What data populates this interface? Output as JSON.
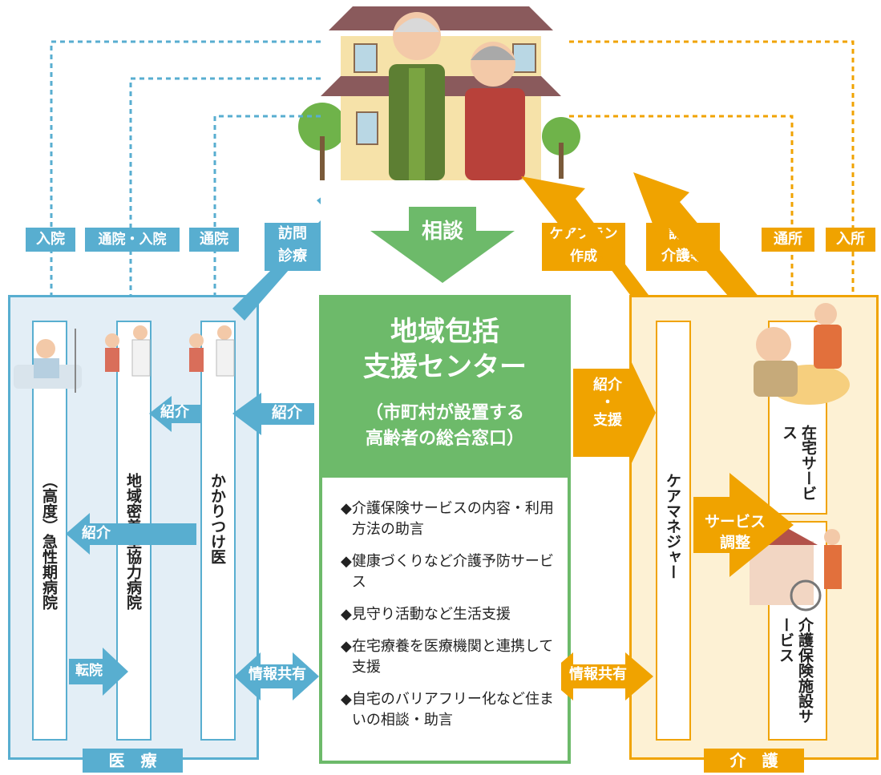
{
  "top_labels": {
    "nyuin": "入院",
    "tsuin_nyuin": "通院・入院",
    "tsuin": "通院",
    "homon_shinryo": "訪問\n診療",
    "soudan": "相談",
    "careplan": "ケアプラン\n作成",
    "homon_kaigo": "訪問\n介護等",
    "tsusho": "通所",
    "nyusho": "入所"
  },
  "medical": {
    "section_label": "医　療",
    "col1_title": "（高度）急性期病院",
    "col2_title": "地域密着型協力病院",
    "col3_title": "かかりつけ医",
    "shoukai_a": "紹介",
    "shoukai_b": "紹介",
    "shoukai_c": "紹介",
    "tenin": "転院"
  },
  "center": {
    "title_line1": "地域包括",
    "title_line2": "支援センター",
    "subtitle_line1": "（市町村が設置する",
    "subtitle_line2": "高齢者の総合窓口）",
    "items": [
      "介護保険サービスの内容・利用方法の助言",
      "健康づくりなど介護予防サービス",
      "見守り活動など生活支援",
      "在宅療養を医療機関と連携して支援",
      "自宅のバリアフリー化など住まいの相談・助言"
    ],
    "bullet_mark": "◆"
  },
  "links": {
    "info_share_left": "情報共有",
    "info_share_right": "情報共有",
    "shoukai_shien": "紹介\n・\n支援"
  },
  "care": {
    "section_label": "介　護",
    "care_manager": "ケアマネジャー",
    "zaitaku": "在宅サービス",
    "shisetsu": "介護保険施設サービス",
    "service_chosei": "サービス\n調整"
  },
  "colors": {
    "blue": "#58aed0",
    "blue_bg": "#e3eef6",
    "orange": "#f0a300",
    "orange_bg": "#fdf1d4",
    "green": "#6dba6a",
    "green_dark": "#4c9b4a"
  }
}
